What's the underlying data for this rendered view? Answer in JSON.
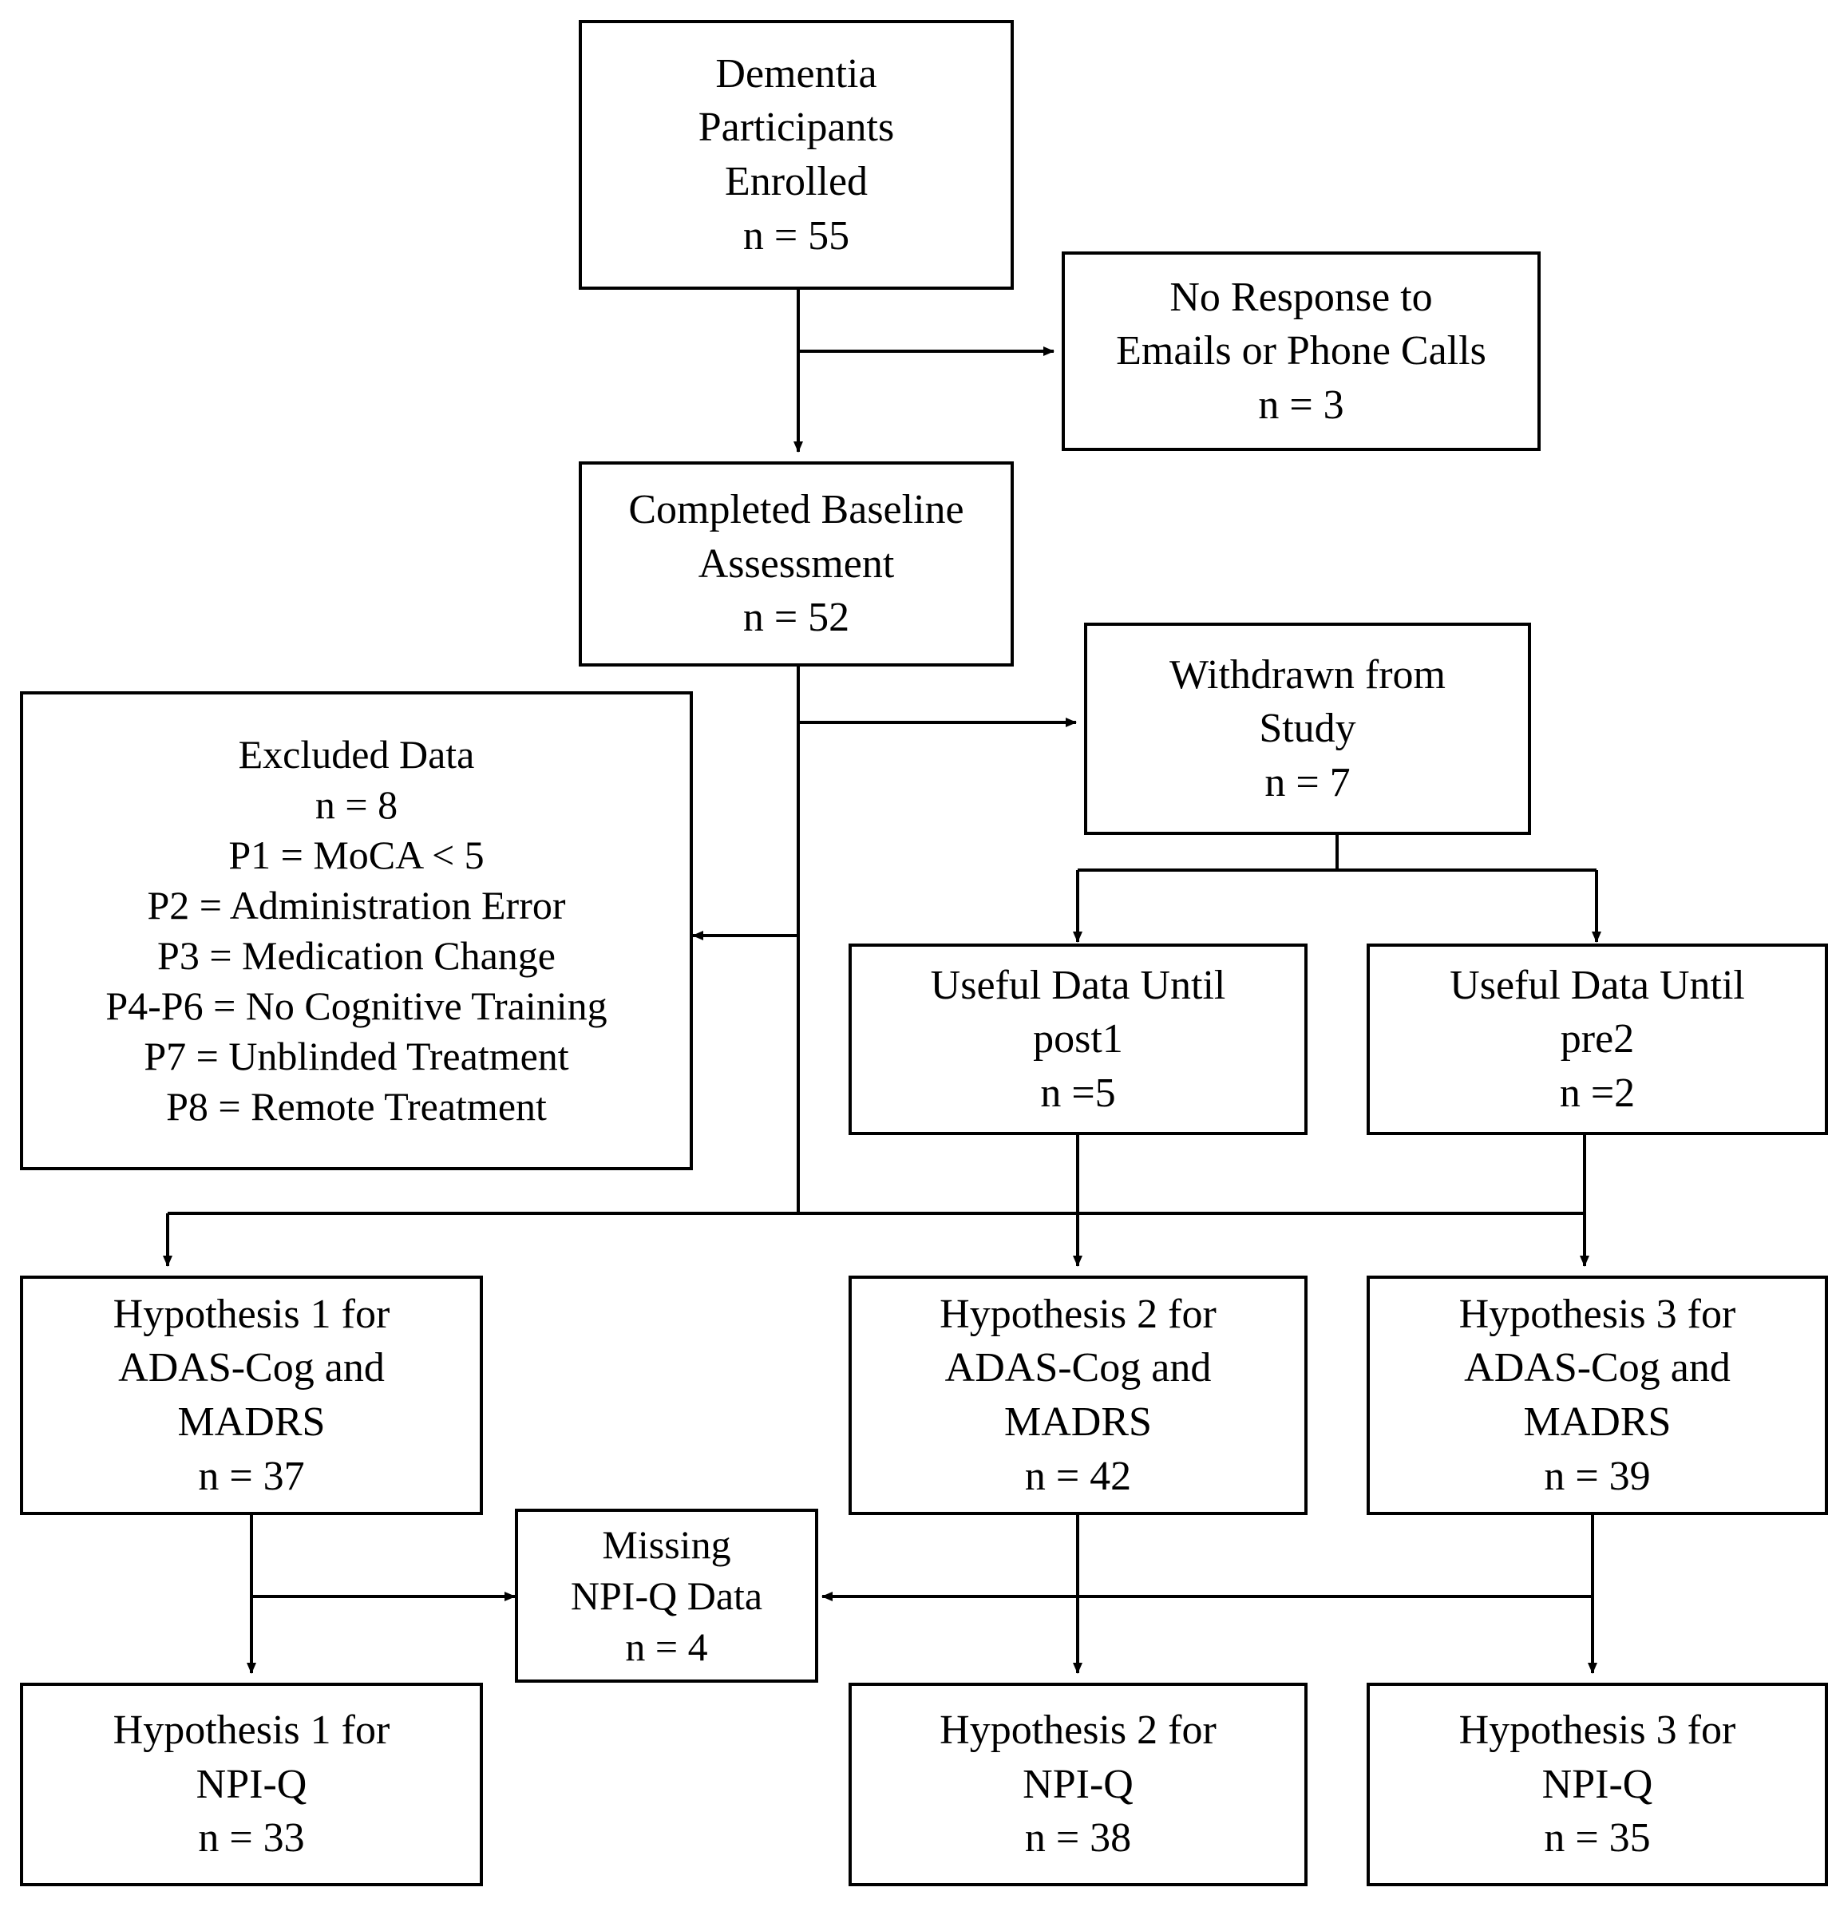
{
  "diagram": {
    "title": "Dementia Study Participant Flow Diagram",
    "type": "flowchart",
    "stroke_color": "#000000",
    "background_color": "#ffffff"
  },
  "nodes": {
    "enrolled": {
      "lines": [
        "Dementia",
        "Participants",
        "Enrolled",
        "n = 55"
      ]
    },
    "no_response": {
      "lines": [
        "No Response to",
        "Emails or Phone Calls",
        "n = 3"
      ]
    },
    "baseline": {
      "lines": [
        "Completed Baseline",
        "Assessment",
        "n = 52"
      ]
    },
    "withdrawn": {
      "lines": [
        "Withdrawn from",
        "Study",
        "n = 7"
      ]
    },
    "excluded": {
      "lines": [
        "Excluded Data",
        "n = 8",
        "P1 = MoCA < 5",
        "P2 = Administration Error",
        "P3 = Medication Change",
        "P4-P6 = No Cognitive Training",
        "P7 = Unblinded Treatment",
        "P8 = Remote Treatment"
      ]
    },
    "useful_post1": {
      "lines": [
        "Useful Data Until",
        "post1",
        "n =5"
      ]
    },
    "useful_pre2": {
      "lines": [
        "Useful Data Until",
        "pre2",
        "n =2"
      ]
    },
    "hyp1_adas": {
      "lines": [
        "Hypothesis 1 for",
        "ADAS-Cog and",
        "MADRS",
        "n = 37"
      ]
    },
    "hyp2_adas": {
      "lines": [
        "Hypothesis 2 for",
        "ADAS-Cog and",
        "MADRS",
        "n = 42"
      ]
    },
    "hyp3_adas": {
      "lines": [
        "Hypothesis 3 for",
        "ADAS-Cog and",
        "MADRS",
        "n = 39"
      ]
    },
    "missing_npiq": {
      "lines": [
        "Missing",
        "NPI-Q Data",
        "n = 4"
      ]
    },
    "hyp1_npiq": {
      "lines": [
        "Hypothesis 1 for",
        "NPI-Q",
        "n = 33"
      ]
    },
    "hyp2_npiq": {
      "lines": [
        "Hypothesis 2 for",
        "NPI-Q",
        "n = 38"
      ]
    },
    "hyp3_npiq": {
      "lines": [
        "Hypothesis 3 for",
        "NPI-Q",
        "n = 35"
      ]
    }
  },
  "chart_data": {
    "type": "flowchart",
    "title": "Dementia Study Participant Flow",
    "stages": [
      {
        "id": "enrolled",
        "label": "Dementia Participants Enrolled",
        "n": 55
      },
      {
        "id": "no_response",
        "label": "No Response to Emails or Phone Calls",
        "n": 3
      },
      {
        "id": "baseline",
        "label": "Completed Baseline Assessment",
        "n": 52
      },
      {
        "id": "withdrawn",
        "label": "Withdrawn from Study",
        "n": 7
      },
      {
        "id": "excluded",
        "label": "Excluded Data",
        "n": 8,
        "reasons": [
          "P1 = MoCA < 5",
          "P2 = Administration Error",
          "P3 = Medication Change",
          "P4-P6 = No Cognitive Training",
          "P7 = Unblinded Treatment",
          "P8 = Remote Treatment"
        ]
      },
      {
        "id": "useful_post1",
        "label": "Useful Data Until post1",
        "n": 5
      },
      {
        "id": "useful_pre2",
        "label": "Useful Data Until pre2",
        "n": 2
      },
      {
        "id": "hyp1_adas",
        "label": "Hypothesis 1 for ADAS-Cog and MADRS",
        "n": 37
      },
      {
        "id": "hyp2_adas",
        "label": "Hypothesis 2 for ADAS-Cog and MADRS",
        "n": 42
      },
      {
        "id": "hyp3_adas",
        "label": "Hypothesis 3 for ADAS-Cog and MADRS",
        "n": 39
      },
      {
        "id": "missing_npiq",
        "label": "Missing NPI-Q Data",
        "n": 4
      },
      {
        "id": "hyp1_npiq",
        "label": "Hypothesis 1 for NPI-Q",
        "n": 33
      },
      {
        "id": "hyp2_npiq",
        "label": "Hypothesis 2 for NPI-Q",
        "n": 38
      },
      {
        "id": "hyp3_npiq",
        "label": "Hypothesis 3 for NPI-Q",
        "n": 35
      }
    ],
    "edges": [
      {
        "from": "enrolled",
        "to": "no_response"
      },
      {
        "from": "enrolled",
        "to": "baseline"
      },
      {
        "from": "baseline",
        "to": "withdrawn"
      },
      {
        "from": "baseline",
        "to": "excluded"
      },
      {
        "from": "withdrawn",
        "to": "useful_post1"
      },
      {
        "from": "withdrawn",
        "to": "useful_pre2"
      },
      {
        "from": "baseline",
        "to": "hyp1_adas"
      },
      {
        "from": "useful_post1",
        "to": "hyp2_adas"
      },
      {
        "from": "useful_pre2",
        "to": "hyp3_adas"
      },
      {
        "from": "hyp1_adas",
        "to": "hyp1_npiq"
      },
      {
        "from": "hyp1_adas",
        "to": "missing_npiq"
      },
      {
        "from": "hyp2_adas",
        "to": "hyp2_npiq"
      },
      {
        "from": "hyp3_adas",
        "to": "hyp3_npiq"
      },
      {
        "from": "hyp3_adas",
        "to": "missing_npiq"
      }
    ]
  }
}
